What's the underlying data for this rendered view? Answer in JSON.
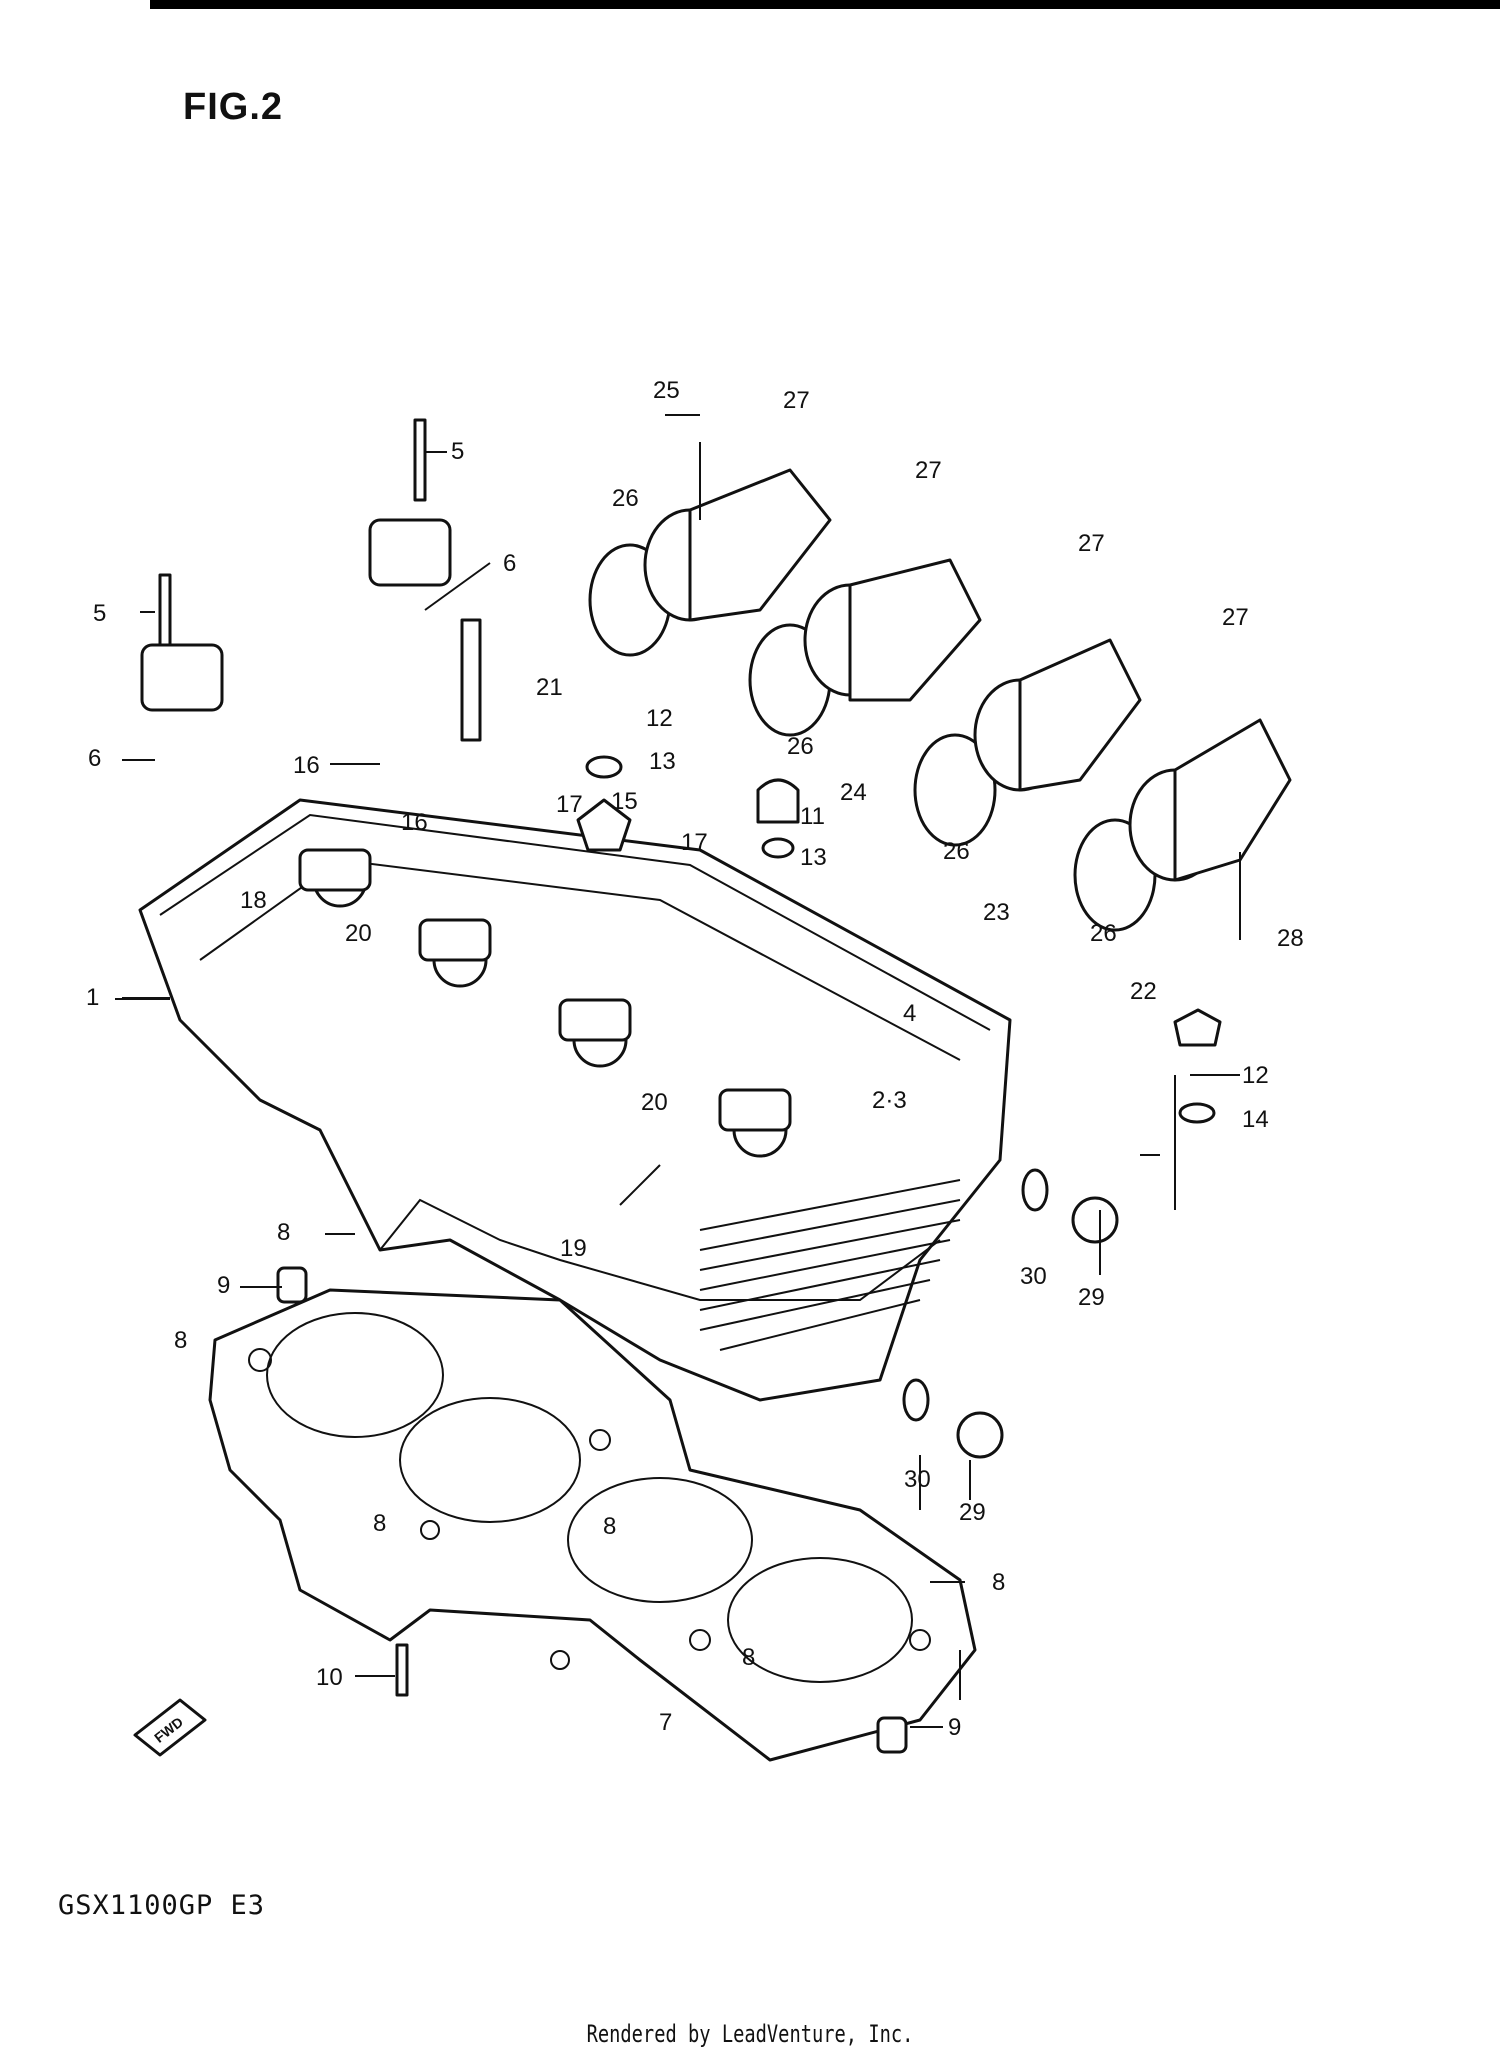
{
  "figure_title": "FIG.2",
  "model_code": "GSX1100GP E3",
  "footer": "Rendered by LeadVenture, Inc.",
  "fwd_badge": "FWD",
  "callouts": [
    "1",
    "2·3",
    "4",
    "5",
    "5",
    "6",
    "6",
    "7",
    "8",
    "8",
    "8",
    "8",
    "8",
    "8",
    "9",
    "9",
    "10",
    "11",
    "12",
    "12",
    "13",
    "13",
    "14",
    "15",
    "16",
    "16",
    "17",
    "17",
    "18",
    "19",
    "20",
    "20",
    "21",
    "22",
    "23",
    "24",
    "25",
    "26",
    "26",
    "26",
    "26",
    "27",
    "27",
    "27",
    "27",
    "28",
    "29",
    "29",
    "30",
    "30"
  ]
}
